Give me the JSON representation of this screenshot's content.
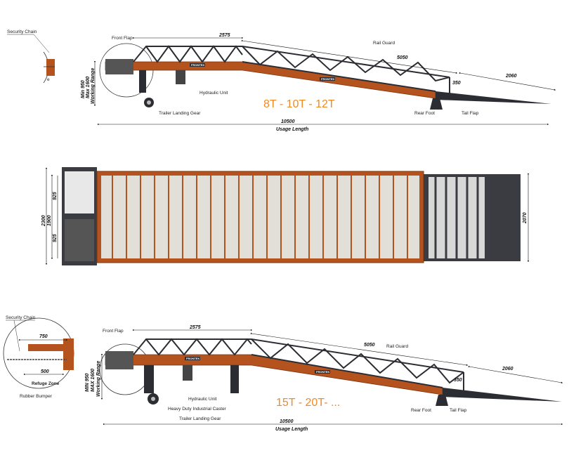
{
  "colors": {
    "deck": "#b5531f",
    "deck_dark": "#7a3512",
    "frame": "#2b2d33",
    "accent": "#f08a24",
    "grid": "#e2ded8"
  },
  "diagram1": {
    "labels": {
      "security_chain": "Security Chain",
      "front_flap": "Front Flap",
      "rail_guard": "Rail Guard",
      "hydraulic_unit": "Hydraulic Unit",
      "trailer_landing_gear": "Trailer Landing Gear",
      "rear_foot": "Rear Foot",
      "tail_flap": "Tail Flap",
      "working_range": "Working Range",
      "max_1600": "Max 1600",
      "min_950": "Min 950",
      "usage_length": "Usage Length"
    },
    "dims": {
      "d2575": "2575",
      "d5050": "5050",
      "d2060": "2060",
      "d350": "350",
      "d10500": "10500"
    },
    "capacity": "8T - 10T - 12T",
    "brand": "FRONTEK"
  },
  "diagram2": {
    "dims": {
      "d925a": "925",
      "d925b": "925",
      "d2300": "2300",
      "d1900": "1900",
      "d2070": "2070"
    }
  },
  "diagram3": {
    "labels": {
      "security_chain": "Security Chain",
      "refuge_zone": "Refuge Zone",
      "rubber_bumper": "Rubber Bumper",
      "front_flap": "Front Flap",
      "rail_guard": "Rail Guard",
      "hydraulic_unit": "Hydraulic Unit",
      "caster": "Heavy Duty Industrial Caster",
      "trailer_landing_gear": "Trailer Landing Gear",
      "rear_foot": "Rear Foot",
      "tail_flap": "Tail Flap",
      "working_range": "Working Range",
      "max_1600": "MAX 1600",
      "min_950": "MIN 950",
      "usage_length": "Usage Length"
    },
    "dims": {
      "d750": "750",
      "d500": "500",
      "d2575": "2575",
      "d5050": "5050",
      "d2060": "2060",
      "d350": "350",
      "d10500": "10500"
    },
    "capacity": "15T - 20T- ...",
    "brand": "FRONTEK"
  }
}
